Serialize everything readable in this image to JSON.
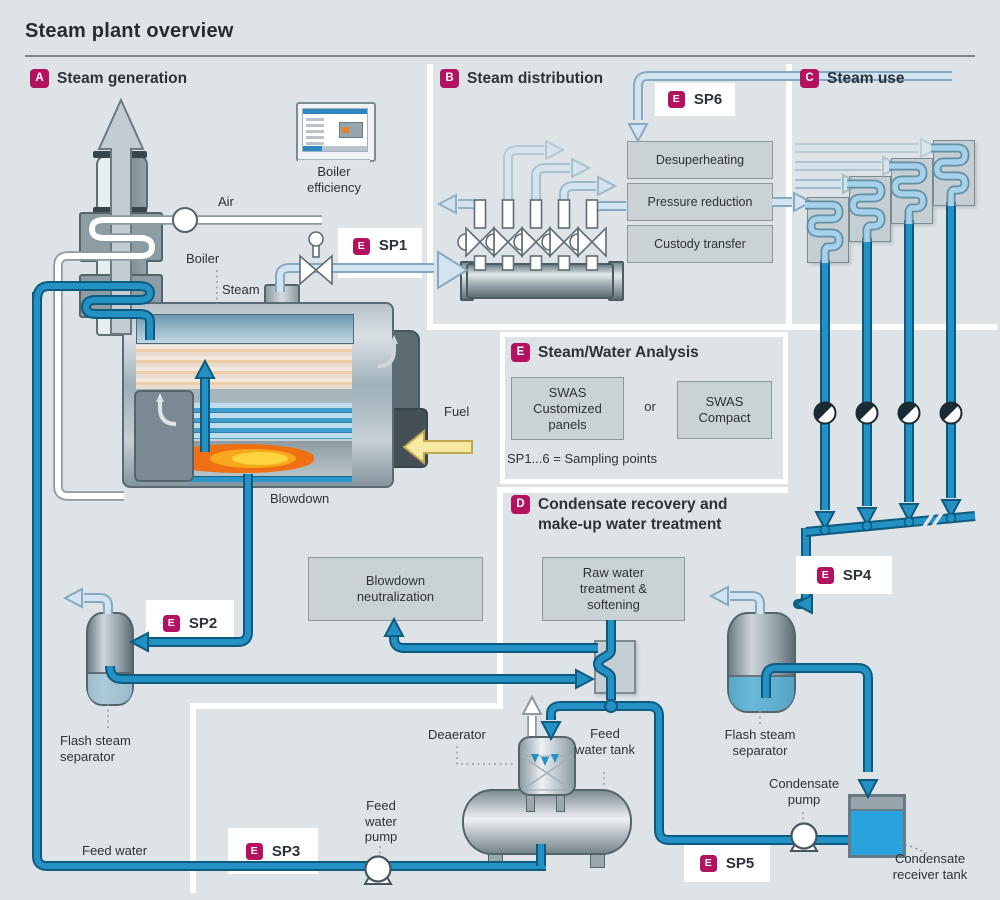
{
  "title": "Steam plant overview",
  "colors": {
    "background": "#dee3e7",
    "badge_magenta": "#b31261",
    "pipe_blue": "#2391c3",
    "pipe_edge": "#0d5a7e",
    "steam_light": "#d2e4f1",
    "box_fill": "#cbd2d6",
    "flame_orange": "#ee7012",
    "flame_yellow": "#ffd43c",
    "fuel_yellow": "#f7e9a2",
    "water_fill": "#29a3dd",
    "text": "#2b3238"
  },
  "sections": {
    "a": {
      "badge": "A",
      "title": "Steam generation"
    },
    "b": {
      "badge": "B",
      "title": "Steam distribution"
    },
    "c": {
      "badge": "C",
      "title": "Steam use"
    },
    "d": {
      "badge": "D",
      "title": "Condensate recovery and make-up water treatment",
      "title_line1": "Condensate recovery and",
      "title_line2": "make-up water treatment"
    },
    "e": {
      "badge": "E",
      "title": "Steam/Water Analysis"
    }
  },
  "boxes": {
    "desuperheating": "Desuperheating",
    "pressure_reduction": "Pressure reduction",
    "custody_transfer": "Custody transfer",
    "blowdown_neutralization": "Blowdown neutralization",
    "raw_water": "Raw water treatment & softening",
    "swas_customized": "SWAS Customized panels",
    "swas_or": "or",
    "swas_compact": "SWAS Compact"
  },
  "sampling": {
    "badge": "E",
    "sp1": "SP1",
    "sp2": "SP2",
    "sp3": "SP3",
    "sp4": "SP4",
    "sp5": "SP5",
    "sp6": "SP6",
    "legend": "SP1...6 = Sampling points"
  },
  "labels": {
    "air": "Air",
    "boiler": "Boiler",
    "steam": "Steam",
    "fuel": "Fuel",
    "blowdown": "Blowdown",
    "boiler_efficiency": "Boiler efficiency",
    "flash_steam_separator_left": "Flash steam separator",
    "flash_steam_separator_right": "Flash steam separator",
    "feed_water": "Feed water",
    "feed_water_pump": "Feed water pump",
    "feed_water_tank": "Feed water tank",
    "deaerator": "Deaerator",
    "condensate_pump": "Condensate pump",
    "condensate_receiver_tank": "Condensate receiver tank"
  }
}
